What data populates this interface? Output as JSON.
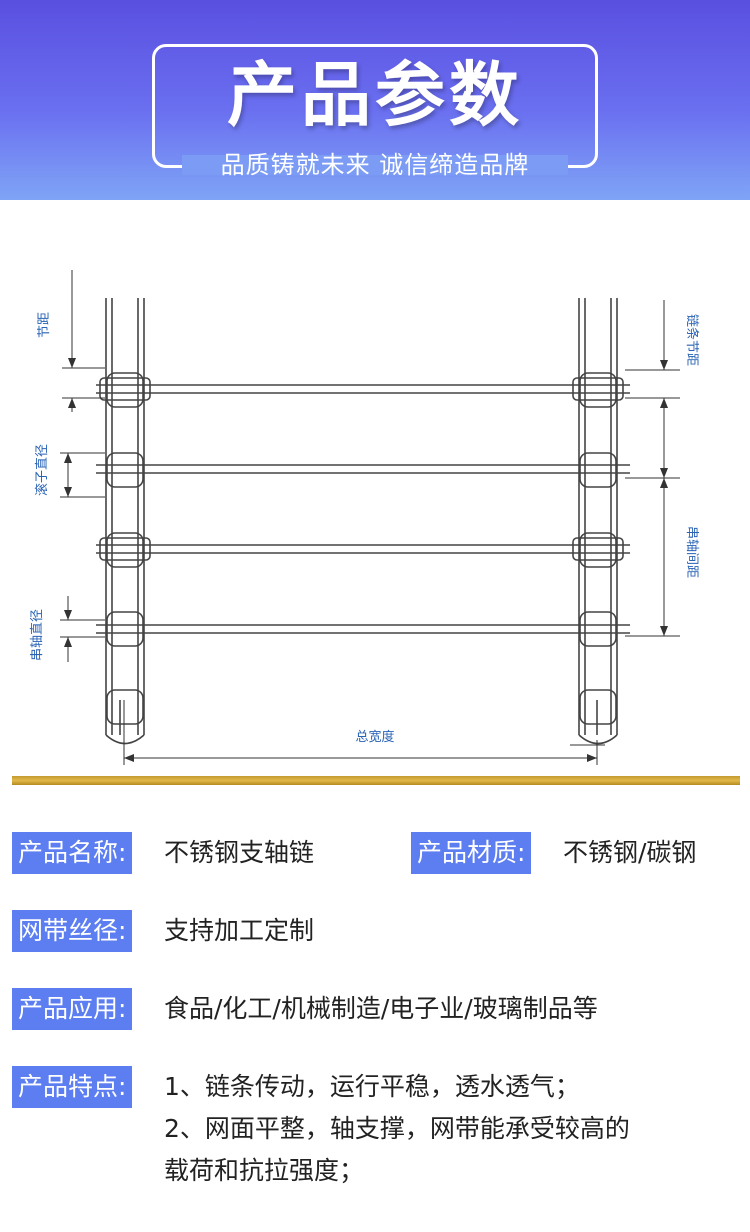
{
  "banner": {
    "title": "产品参数",
    "subtitle": "品质铸就未来 诚信缔造品牌"
  },
  "diagram": {
    "labels": {
      "pitch": "节距",
      "roller_diameter": "滚子直径",
      "shaft_diameter": "串轴直径",
      "chain_pitch": "链条节距",
      "shaft_spacing": "串轴间距",
      "total_width": "总宽度"
    }
  },
  "specs": {
    "name": {
      "label": "产品名称:",
      "value": "不锈钢支轴链"
    },
    "material": {
      "label": "产品材质:",
      "value": "不锈钢/碳钢"
    },
    "wire": {
      "label": "网带丝径:",
      "value": "支持加工定制"
    },
    "application": {
      "label": "产品应用:",
      "value": "食品/化工/机械制造/电子业/玻璃制品等"
    },
    "features": {
      "label": "产品特点:",
      "lines": [
        "1、链条传动，运行平稳，透水透气；",
        "2、网面平整，轴支撑，网带能承受较高的",
        "载荷和抗拉强度；"
      ]
    }
  },
  "colors": {
    "banner_top": "#5a4fe0",
    "banner_bottom": "#7fa4f6",
    "label_bg": "#5c7ef0",
    "accent_bar": "#d4a93c",
    "dim_text": "#2a63b5"
  }
}
